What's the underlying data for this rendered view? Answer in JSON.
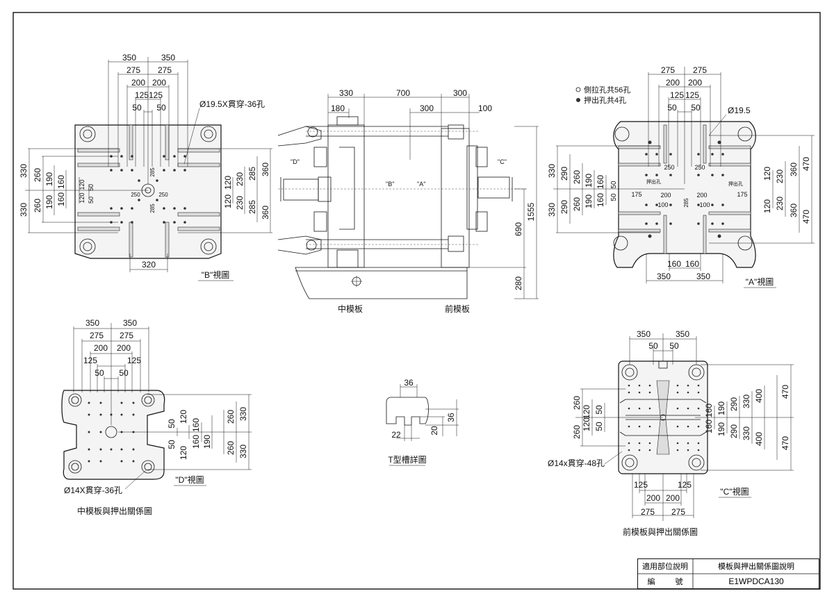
{
  "views": {
    "b_view": {
      "caption": "\"B\"視圖",
      "hole_note": "Ø19.5X貫穿-36孔",
      "bottom_dim": "320",
      "top_dims": [
        "350",
        "350",
        "275",
        "275",
        "200",
        "200",
        "125",
        "125",
        "50",
        "50"
      ],
      "left_dims": [
        "330",
        "260",
        "190",
        "160",
        "120",
        "50",
        "330",
        "260",
        "190",
        "160",
        "120",
        "50"
      ],
      "right_dims": [
        "360",
        "285",
        "230",
        "120",
        "120",
        "230",
        "285",
        "360"
      ],
      "inner_dims": [
        "285",
        "250",
        "250",
        "285"
      ]
    },
    "side_view": {
      "top_dims": [
        "330",
        "700",
        "300",
        "180",
        "300",
        "100"
      ],
      "right_dims": [
        "1555",
        "690",
        "280"
      ],
      "arrow_labels": [
        "\"D\"",
        "\"B\"",
        "\"A\"",
        "\"C\""
      ],
      "captions": [
        "中模板",
        "前模板"
      ]
    },
    "a_view": {
      "caption": "\"A\"視圖",
      "legend": [
        "側拉孔共56孔",
        "押出孔共4孔"
      ],
      "hole_note": "Ø19.5",
      "top_dims": [
        "275",
        "275",
        "200",
        "200",
        "125",
        "125",
        "50",
        "50"
      ],
      "left_dims": [
        "330",
        "290",
        "260",
        "190",
        "160",
        "50",
        "330",
        "290",
        "260",
        "190",
        "160",
        "50"
      ],
      "right_dims": [
        "470",
        "360",
        "230",
        "120",
        "120",
        "230",
        "360",
        "470"
      ],
      "inner_dims": [
        "250",
        "250",
        "200",
        "200",
        "175",
        "175",
        "100",
        "100",
        "285"
      ],
      "inner_notes": [
        "押出孔",
        "押出孔"
      ],
      "bottom_dims": [
        "160",
        "160",
        "350",
        "350"
      ]
    },
    "d_view": {
      "caption": "\"D\"視圖",
      "hole_note": "Ø14X貫穿-36孔",
      "top_dims": [
        "350",
        "350",
        "275",
        "275",
        "200",
        "200",
        "125",
        "125",
        "50",
        "50"
      ],
      "right_dims": [
        "50",
        "120",
        "160",
        "260",
        "330",
        "50",
        "120",
        "160",
        "190",
        "260",
        "330"
      ],
      "section_caption": "中模板與押出關係圖"
    },
    "t_slot": {
      "caption": "T型槽詳圖",
      "dims": [
        "36",
        "36",
        "22",
        "20"
      ]
    },
    "c_view": {
      "caption": "\"C\"視圖",
      "hole_note": "Ø14x貫穿-48孔",
      "top_dims": [
        "350",
        "350",
        "50",
        "50"
      ],
      "left_dims": [
        "260",
        "120",
        "50",
        "120",
        "260",
        "50"
      ],
      "right_dims": [
        "160",
        "190",
        "290",
        "330",
        "400",
        "470",
        "160",
        "190",
        "290",
        "330",
        "400",
        "470"
      ],
      "bottom_dims": [
        "125",
        "125",
        "200",
        "200",
        "275",
        "275"
      ],
      "section_caption": "前模板與押出關係圖"
    }
  },
  "title_block": {
    "row1_label": "適用部位說明",
    "row1_value": "模板與押出關係圖說明",
    "row2_label_a": "編",
    "row2_label_b": "號",
    "row2_value": "E1WPDCA130"
  }
}
